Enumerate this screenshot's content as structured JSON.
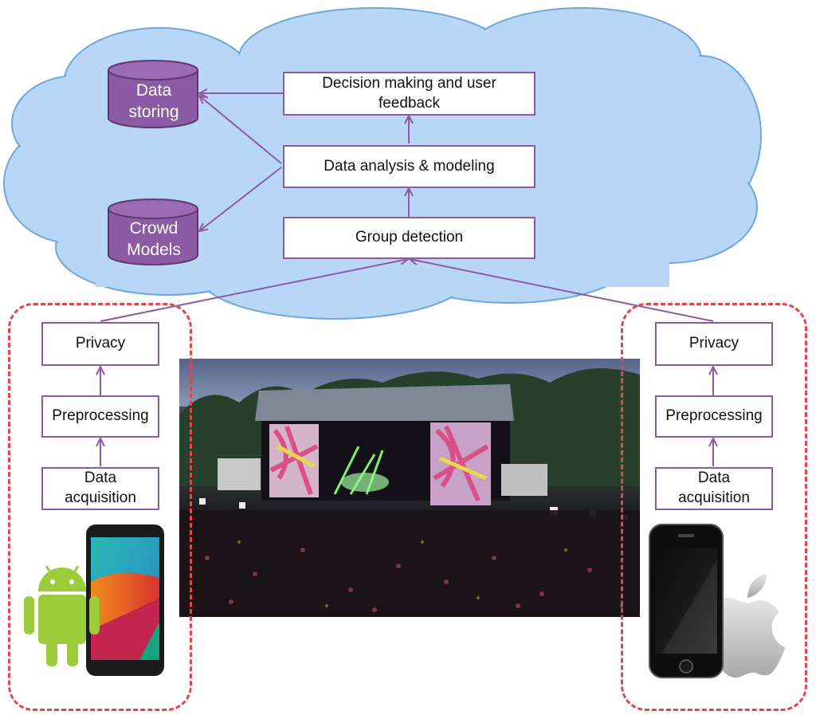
{
  "cloud": {
    "decision_box": "Decision making and user feedback",
    "analysis_box": "Data analysis & modeling",
    "detection_box": "Group detection",
    "storage_db": "Data storing",
    "models_db": "Crowd Models"
  },
  "android_pipeline": {
    "privacy": "Privacy",
    "preprocessing": "Preprocessing",
    "acquisition": "Data acquisition"
  },
  "ios_pipeline": {
    "privacy": "Privacy",
    "preprocessing": "Preprocessing",
    "acquisition": "Data acquisition"
  },
  "colors": {
    "cloud_fill": "#b8d6f5",
    "cloud_stroke": "#6fa6dc",
    "box_border": "#8e5aa6",
    "arrow": "#8e5aa6",
    "db_fill": "#8b5ba3",
    "dashed_frame": "#e0474c",
    "android_green": "#9ccb3b"
  },
  "icons": [
    "android-logo-icon",
    "apple-logo-icon",
    "android-phone-icon",
    "iphone-icon"
  ]
}
